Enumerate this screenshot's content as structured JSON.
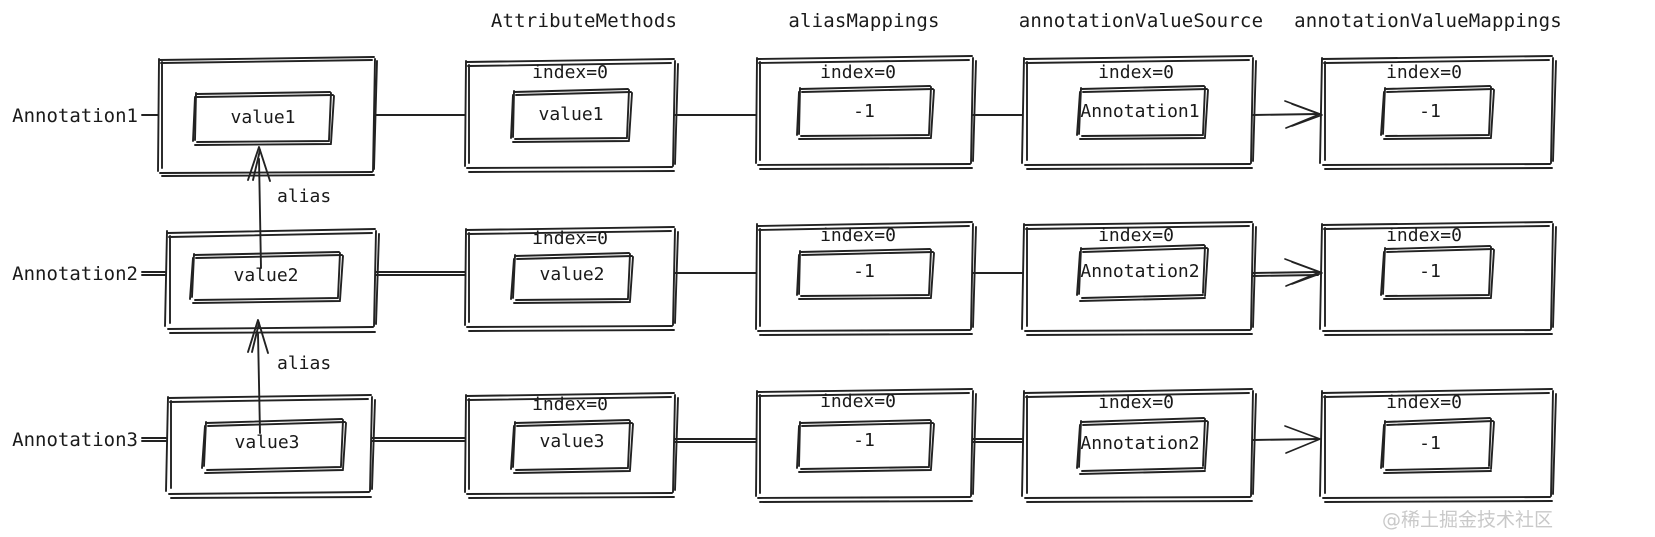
{
  "diagram": {
    "title_columns": [
      {
        "id": "annotations",
        "label": ""
      },
      {
        "id": "attribute-methods",
        "label": "AttributeMethods"
      },
      {
        "id": "alias-mappings",
        "label": "aliasMappings"
      },
      {
        "id": "annotation-value-source",
        "label": "annotationValueSource"
      },
      {
        "id": "annotation-value-mappings",
        "label": "annotationValueMappings"
      }
    ],
    "row_labels": [
      "Annotation1",
      "Annotation2",
      "Annotation3"
    ],
    "index_label": "index=0",
    "edge_label_alias": "alias",
    "rows": [
      {
        "source_value": "value1",
        "attribute_method": {
          "title": "index=0",
          "value": "value1"
        },
        "alias_mapping": {
          "title": "index=0",
          "value": "-1"
        },
        "annotation_value_source": {
          "title": "index=0",
          "value": "Annotation1"
        },
        "annotation_value_mapping": {
          "title": "index=0",
          "value": "-1"
        }
      },
      {
        "source_value": "value2",
        "attribute_method": {
          "title": "index=0",
          "value": "value2"
        },
        "alias_mapping": {
          "title": "index=0",
          "value": "-1"
        },
        "annotation_value_source": {
          "title": "index=0",
          "value": "Annotation2"
        },
        "annotation_value_mapping": {
          "title": "index=0",
          "value": "-1"
        }
      },
      {
        "source_value": "value3",
        "attribute_method": {
          "title": "index=0",
          "value": "value3"
        },
        "alias_mapping": {
          "title": "index=0",
          "value": "-1"
        },
        "annotation_value_source": {
          "title": "index=0",
          "value": "Annotation2"
        },
        "annotation_value_mapping": {
          "title": "index=0",
          "value": "-1"
        }
      }
    ],
    "alias_edges": [
      {
        "from": "Annotation2",
        "to": "Annotation1",
        "label": "alias"
      },
      {
        "from": "Annotation3",
        "to": "Annotation2",
        "label": "alias"
      }
    ],
    "watermark": "@稀土掘金技术社区",
    "colors": {
      "stroke": "#222222",
      "text": "#1a1a1a",
      "background": "#ffffff",
      "watermark": "#c9c9c9"
    }
  }
}
